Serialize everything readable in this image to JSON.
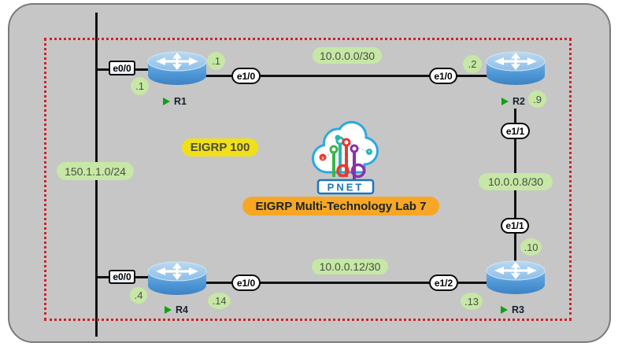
{
  "banner": {
    "label": "EIGRP Multi-Technology Lab 7"
  },
  "eigrp_area": {
    "label": "EIGRP 100"
  },
  "logo": {
    "brand": "PNET"
  },
  "nodes": {
    "r1": {
      "name": "R1"
    },
    "r2": {
      "name": "R2"
    },
    "r3": {
      "name": "R3"
    },
    "r4": {
      "name": "R4"
    }
  },
  "interfaces": {
    "r1_e00": "e0/0",
    "r1_e10": "e1/0",
    "r2_e10": "e1/0",
    "r2_e11": "e1/1",
    "r3_e11": "e1/1",
    "r3_e12": "e1/2",
    "r4_e10": "e1/0",
    "r4_e00": "e0/0"
  },
  "subnets": {
    "r1_r2": "10.0.0.0/30",
    "r2_r3": "10.0.0.8/30",
    "r4_r3": "10.0.0.12/30",
    "lan": "150.1.1.0/24"
  },
  "ips": {
    "r1_on_r1r2": ".1",
    "r1_on_lan": ".1",
    "r2_on_r1r2": ".2",
    "r2_extra": ".9",
    "r3_on_r2r3": ".10",
    "r3_on_r4r3": ".13",
    "r4_on_r4r3": ".14",
    "r4_on_lan": ".4"
  },
  "colors": {
    "canvas_bg": "#C6C6C6",
    "subnet_highlight": "#C7E7A6",
    "eigrp_highlight": "#F1DF19",
    "banner_highlight": "#F7A625",
    "boundary_red": "#CE2127",
    "router_blue": "#4E96D6",
    "logo_blue": "#2AA9E0",
    "pnet_blue": "#1B75BB"
  }
}
